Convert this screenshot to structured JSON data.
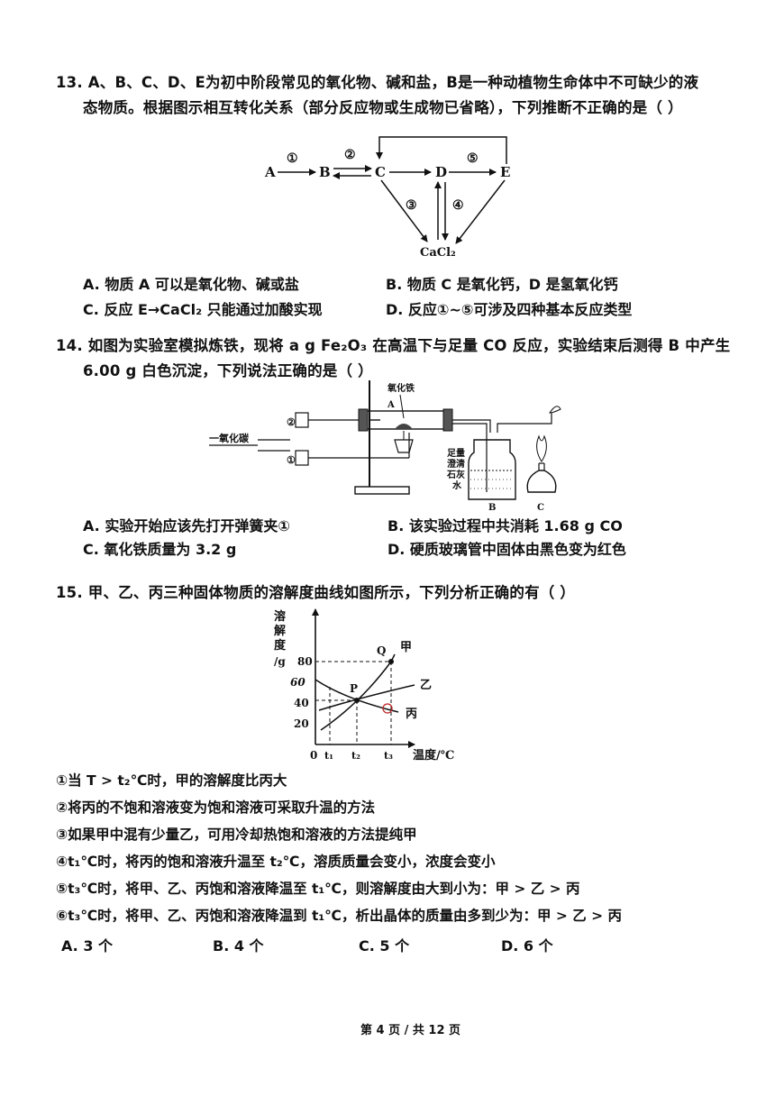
{
  "q13": {
    "line1": "13. A、B、C、D、E为初中阶段常见的氧化物、碱和盐，B是一种动植物生命体中不可缺少的液",
    "line2": "态物质。根据图示相互转化关系（部分反应物或生成物已省略），下列推断不正确的是（   ）",
    "diagram": {
      "nodes": [
        "A",
        "B",
        "C",
        "D",
        "E",
        "CaCl₂"
      ],
      "step_labels": [
        "①",
        "②",
        "③",
        "④",
        "⑤"
      ]
    },
    "options": {
      "A": "A. 物质 A 可以是氧化物、碱或盐",
      "B": "B. 物质 C 是氧化钙，D 是氢氧化钙",
      "C": "C. 反应 E→CaCl₂ 只能通过加酸实现",
      "D": "D. 反应①~⑤可涉及四种基本反应类型"
    }
  },
  "q14": {
    "line1": "14. 如图为实验室模拟炼铁，现将 a g Fe₂O₃ 在高温下与足量 CO 反应，实验结束后测得 B 中产生",
    "line2": "6.00 g 白色沉淀，下列说法正确的是（   ）",
    "diagram": {
      "co_label": "一氧化碳",
      "clip2": "②",
      "clip1": "①",
      "iron_oxide_label": "氧化铁",
      "tube_label": "A",
      "limewater_label": [
        "足量",
        "澄清",
        "石灰",
        "水"
      ],
      "bottle_label": "B",
      "burner_label": "C"
    },
    "options": {
      "A": "A. 实验开始应该先打开弹簧夹①",
      "B": "B. 该实验过程中共消耗 1.68 g CO",
      "C": "C. 氧化铁质量为 3.2 g",
      "D": "D. 硬质玻璃管中固体由黑色变为红色"
    }
  },
  "q15": {
    "line1": "15. 甲、乙、丙三种固体物质的溶解度曲线如图所示，下列分析正确的有（   ）",
    "graph": {
      "ylabel": [
        "溶",
        "解",
        "度",
        "/g"
      ],
      "xlabel": "温度/℃",
      "yticks": [
        "80",
        "60",
        "40",
        "20"
      ],
      "xticks": [
        "0",
        "t₁",
        "t₂",
        "t₃"
      ],
      "point_p": "P",
      "point_q": "Q",
      "series_jia": "甲",
      "series_yi": "乙",
      "series_bing": "丙"
    },
    "statements": [
      "①当 T > t₂℃时，甲的溶解度比丙大",
      "②将丙的不饱和溶液变为饱和溶液可采取升温的方法",
      "③如果甲中混有少量乙，可用冷却热饱和溶液的方法提纯甲",
      "④t₁℃时，将丙的饱和溶液升温至 t₂℃，溶质质量会变小，浓度会变小",
      "⑤t₃℃时，将甲、乙、丙饱和溶液降温至 t₁℃，则溶解度由大到小为：甲 > 乙 > 丙",
      "⑥t₃℃时，将甲、乙、丙饱和溶液降温到 t₁℃，析出晶体的质量由多到少为：甲 > 乙 > 丙"
    ],
    "options": {
      "A": "A. 3 个",
      "B": "B. 4 个",
      "C": "C. 5 个",
      "D": "D. 6 个"
    }
  },
  "footer": "第 4 页 / 共 12 页"
}
